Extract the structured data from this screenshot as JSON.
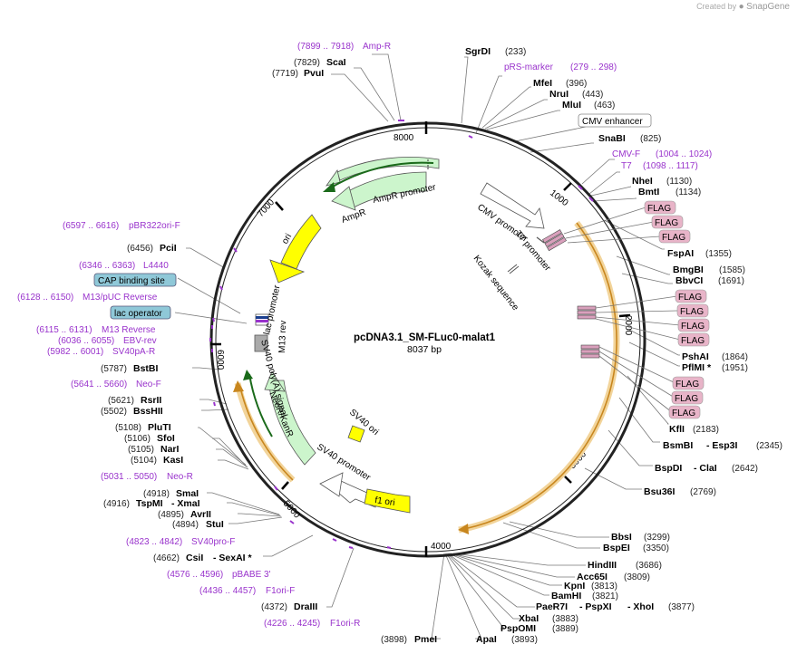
{
  "credit": {
    "created_by": "Created by",
    "brand": "SnapGene"
  },
  "plasmid": {
    "name": "pcDNA3.1_SM-FLuc0-malat1",
    "size_label": "8037 bp"
  },
  "ticks": [
    "1000",
    "2000",
    "3000",
    "4000",
    "5000",
    "6000",
    "7000",
    "8000"
  ],
  "features": {
    "ampr_promoter": "AmpR promoter",
    "ampr": "AmpR",
    "ori": "ori",
    "cmv_promoter": "CMV promoter",
    "t7_promoter": "T7 promoter",
    "kozak": "Kozak sequence",
    "lac_promoter": "lac promoter",
    "m13_rev": "M13 rev",
    "sv40_polya": "SV40 poly(A) signal",
    "neor": "NeoR/KanR",
    "sv40_ori": "SV40 ori",
    "sv40_promoter": "SV40 promoter",
    "f1_ori": "f1 ori"
  },
  "boxed_labels": {
    "cmv_enhancer": "CMV enhancer",
    "cap_site": "CAP binding site",
    "lac_operator": "lac operator",
    "flag": "FLAG"
  },
  "primers": [
    {
      "range": "(7899 .. 7918)",
      "name": "Amp-R"
    },
    {
      "range": "(279 .. 298)",
      "name": "pRS-marker"
    },
    {
      "range": "(1004 .. 1024)",
      "name": "CMV-F"
    },
    {
      "range": "(1098 .. 1117)",
      "name": "T7"
    },
    {
      "range": "(6597 .. 6616)",
      "name": "pBR322ori-F"
    },
    {
      "range": "(6346 .. 6363)",
      "name": "L4440"
    },
    {
      "range": "(6128 .. 6150)",
      "name": "M13/pUC Reverse"
    },
    {
      "range": "(6115 .. 6131)",
      "name": "M13 Reverse"
    },
    {
      "range": "(6036 .. 6055)",
      "name": "EBV-rev"
    },
    {
      "range": "(5982 .. 6001)",
      "name": "SV40pA-R"
    },
    {
      "range": "(5641 .. 5660)",
      "name": "Neo-F"
    },
    {
      "range": "(5031 .. 5050)",
      "name": "Neo-R"
    },
    {
      "range": "(4823 .. 4842)",
      "name": "SV40pro-F"
    },
    {
      "range": "(4576 .. 4596)",
      "name": "pBABE 3'"
    },
    {
      "range": "(4436 .. 4457)",
      "name": "F1ori-F"
    },
    {
      "range": "(4226 .. 4245)",
      "name": "F1ori-R"
    }
  ],
  "enzymes": [
    {
      "name": "ScaI",
      "pos": "(7829)"
    },
    {
      "name": "PvuI",
      "pos": "(7719)"
    },
    {
      "name": "SgrDI",
      "pos": "(233)"
    },
    {
      "name": "MfeI",
      "pos": "(396)"
    },
    {
      "name": "NruI",
      "pos": "(443)"
    },
    {
      "name": "MluI",
      "pos": "(463)"
    },
    {
      "name": "SnaBI",
      "pos": "(825)"
    },
    {
      "name": "NheI",
      "pos": "(1130)"
    },
    {
      "name": "BmtI",
      "pos": "(1134)"
    },
    {
      "name": "FspAI",
      "pos": "(1355)"
    },
    {
      "name": "BmgBI",
      "pos": "(1585)"
    },
    {
      "name": "BbvCI",
      "pos": "(1691)"
    },
    {
      "name": "PshAI",
      "pos": "(1864)"
    },
    {
      "name": "PflMI *",
      "pos": "(1951)"
    },
    {
      "name": "KflI",
      "pos": "(2183)"
    },
    {
      "name": "BsmBI",
      "pos": ""
    },
    {
      "name": "- Esp3I",
      "pos": "(2345)"
    },
    {
      "name": "BspDI",
      "pos": ""
    },
    {
      "name": "- ClaI",
      "pos": "(2642)"
    },
    {
      "name": "Bsu36I",
      "pos": "(2769)"
    },
    {
      "name": "BbsI",
      "pos": "(3299)"
    },
    {
      "name": "BspEI",
      "pos": "(3350)"
    },
    {
      "name": "HindIII",
      "pos": "(3686)"
    },
    {
      "name": "Acc65I",
      "pos": "(3809)"
    },
    {
      "name": "KpnI",
      "pos": "(3813)"
    },
    {
      "name": "BamHI",
      "pos": "(3821)"
    },
    {
      "name": "PaeR7I",
      "pos": ""
    },
    {
      "name": "- PspXI",
      "pos": ""
    },
    {
      "name": "- XhoI",
      "pos": "(3877)"
    },
    {
      "name": "XbaI",
      "pos": "(3883)"
    },
    {
      "name": "PspOMI",
      "pos": "(3889)"
    },
    {
      "name": "ApaI",
      "pos": "(3893)"
    },
    {
      "name": "PmeI",
      "pos": "(3898)"
    },
    {
      "name": "DraIII",
      "pos": "(4372)"
    },
    {
      "name": "CsiI",
      "pos": "(4662)"
    },
    {
      "name": "- SexAI *",
      "pos": ""
    },
    {
      "name": "StuI",
      "pos": "(4894)"
    },
    {
      "name": "AvrII",
      "pos": "(4895)"
    },
    {
      "name": "TspMI",
      "pos": "(4916)"
    },
    {
      "name": "- XmaI",
      "pos": ""
    },
    {
      "name": "SmaI",
      "pos": "(4918)"
    },
    {
      "name": "KasI",
      "pos": "(5104)"
    },
    {
      "name": "NarI",
      "pos": "(5105)"
    },
    {
      "name": "SfoI",
      "pos": "(5106)"
    },
    {
      "name": "PluTI",
      "pos": "(5108)"
    },
    {
      "name": "BssHII",
      "pos": "(5502)"
    },
    {
      "name": "RsrII",
      "pos": "(5621)"
    },
    {
      "name": "BstBI",
      "pos": "(5787)"
    },
    {
      "name": "PciI",
      "pos": "(6456)"
    }
  ],
  "colors": {
    "backbone": "#222222",
    "primer": "#9933cc",
    "feature_green": "#ccf5cc",
    "feature_yellow": "#ffff00",
    "feature_white": "#ffffff",
    "cds_orange": "#d9a040",
    "flag_fill": "#e8b4c8",
    "box_blue": "#8fc8d8"
  }
}
